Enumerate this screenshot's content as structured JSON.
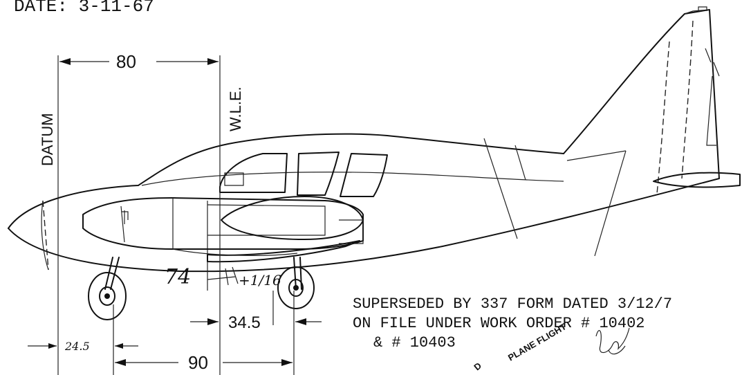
{
  "header": {
    "date_text": "DATE: 3-11-67"
  },
  "labels": {
    "datum": "DATUM",
    "wle": "W.L.E.",
    "dim_80": "80",
    "dim_74": "74",
    "dim_74_fraction": "+1/16",
    "dim_34_5": "34.5",
    "dim_24_5": "24.5",
    "dim_90": "90"
  },
  "note": {
    "line1": "SUPERSEDED BY 337 FORM DATED 3/12/7",
    "line2": "ON FILE UNDER WORK ORDER # 10402",
    "line3": "& # 10403"
  },
  "stamp": {
    "text_left": "D",
    "text_right": "PLANE FLIGHT"
  }
}
